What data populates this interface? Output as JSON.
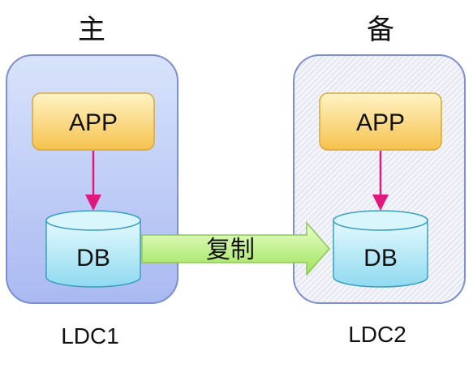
{
  "primary": {
    "title": "主",
    "app_label": "APP",
    "db_label": "DB",
    "ldc_label": "LDC1"
  },
  "standby": {
    "title": "备",
    "app_label": "APP",
    "db_label": "DB",
    "ldc_label": "LDC2"
  },
  "replication": {
    "label": "复制"
  },
  "colors": {
    "primary_panel_top": "#d8e3fb",
    "primary_panel_bottom": "#aab9f2",
    "panel_border": "#7d8fcf",
    "app_fill_top": "#fff3c4",
    "app_fill_bottom": "#f6c24e",
    "app_border": "#d7a83a",
    "db_fill_top": "#e4f9fd",
    "db_fill_bottom": "#8fdaf0",
    "db_border": "#3a9fbf",
    "connector": "#e0197d",
    "replication_arrow_top": "#eaffcd",
    "replication_arrow_bottom": "#9ee35a",
    "replication_arrow_border": "#8fc65a"
  }
}
